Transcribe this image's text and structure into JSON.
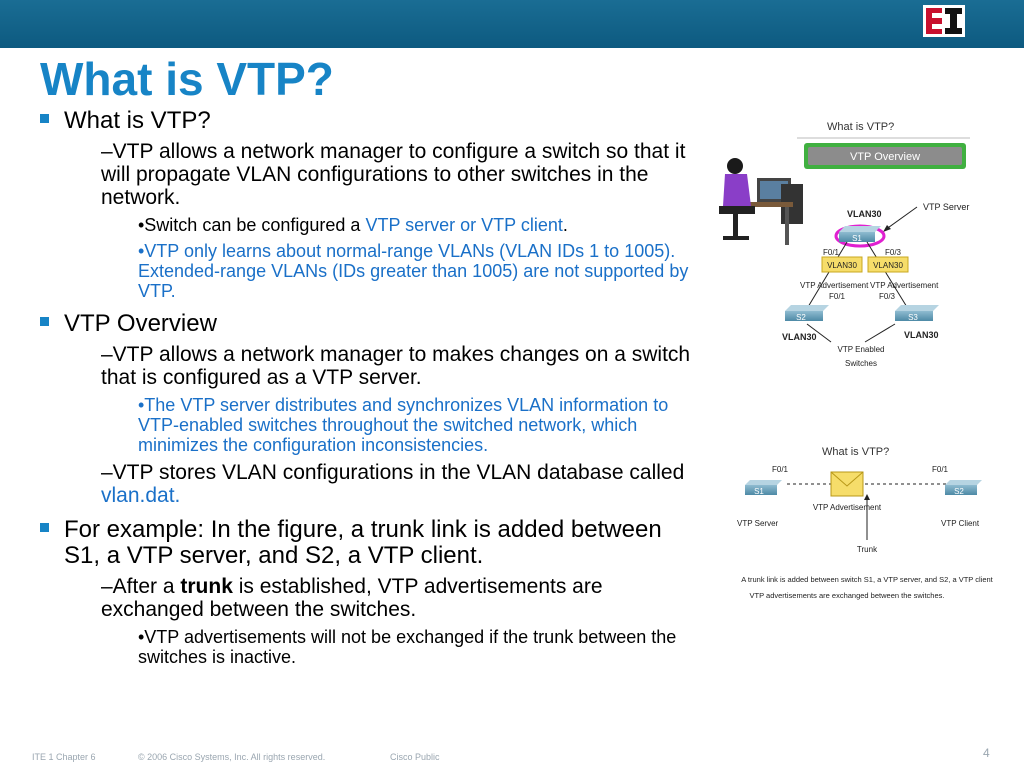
{
  "slide": {
    "title": "What is VTP?",
    "page_number": "4"
  },
  "bullets": {
    "b1": {
      "text": "What is VTP?",
      "s1": "–VTP allows a network manager to configure a switch so that it will propagate VLAN configurations to other switches in the network.",
      "s1a_pre": "•Switch can be configured a ",
      "s1a_link": "VTP server or VTP client",
      "s1a_post": ".",
      "s1b": "•VTP only learns about normal-range VLANs (VLAN IDs 1 to 1005). Extended-range VLANs (IDs greater than 1005) are not supported by VTP."
    },
    "b2": {
      "text": "VTP Overview",
      "s1": "–VTP allows a network manager to makes changes on a switch that is configured as a VTP server.",
      "s1a": "•The VTP server distributes and synchronizes VLAN information to VTP-enabled switches throughout the switched network, which minimizes the configuration inconsistencies.",
      "s2_pre": "–VTP stores VLAN configurations in the VLAN database called ",
      "s2_link": "vlan.dat."
    },
    "b3": {
      "text": "For example: In the figure, a trunk link is added between S1, a VTP server, and S2, a VTP client.",
      "s1_pre": "–After a ",
      "s1_bold": "trunk",
      "s1_post": " is established, VTP advertisements are exchanged between the switches.",
      "s1a": "•VTP advertisements will not be exchanged if the trunk between the switches is inactive."
    }
  },
  "figure1": {
    "heading": "What is VTP?",
    "button": "VTP Overview",
    "vlan_top": "VLAN30",
    "server_label": "VTP Server",
    "s1": "S1",
    "port_top_left": "F0/1",
    "port_top_right": "F0/3",
    "env_left": "VLAN30",
    "env_right": "VLAN30",
    "adv_label_left": "VTP Advertisement",
    "adv_label_right": "VTP Advertisement",
    "port_bottom_left": "F0/1",
    "port_bottom_right": "F0/3",
    "s2": "S2",
    "s3": "S3",
    "vlan_left": "VLAN30",
    "vlan_right": "VLAN30",
    "enabled_label": "VTP Enabled",
    "enabled_label2": "Switches"
  },
  "figure2": {
    "heading": "What is VTP?",
    "port_left": "F0/1",
    "port_right": "F0/1",
    "s1": "S1",
    "s2": "S2",
    "adv_label": "VTP Advertisement",
    "server_label": "VTP Server",
    "client_label": "VTP Client",
    "trunk_label": "Trunk",
    "caption1": "A trunk link is added between switch S1, a VTP server, and S2, a VTP client",
    "caption2": "VTP advertisements are exchanged between the switches."
  },
  "footer": {
    "course": "ITE 1 Chapter 6",
    "copyright": "© 2006 Cisco Systems, Inc. All rights reserved.",
    "classification": "Cisco Public"
  },
  "colors": {
    "title": "#1784c6",
    "accent_text": "#1a70c8",
    "topbar": "#0d5a80"
  }
}
